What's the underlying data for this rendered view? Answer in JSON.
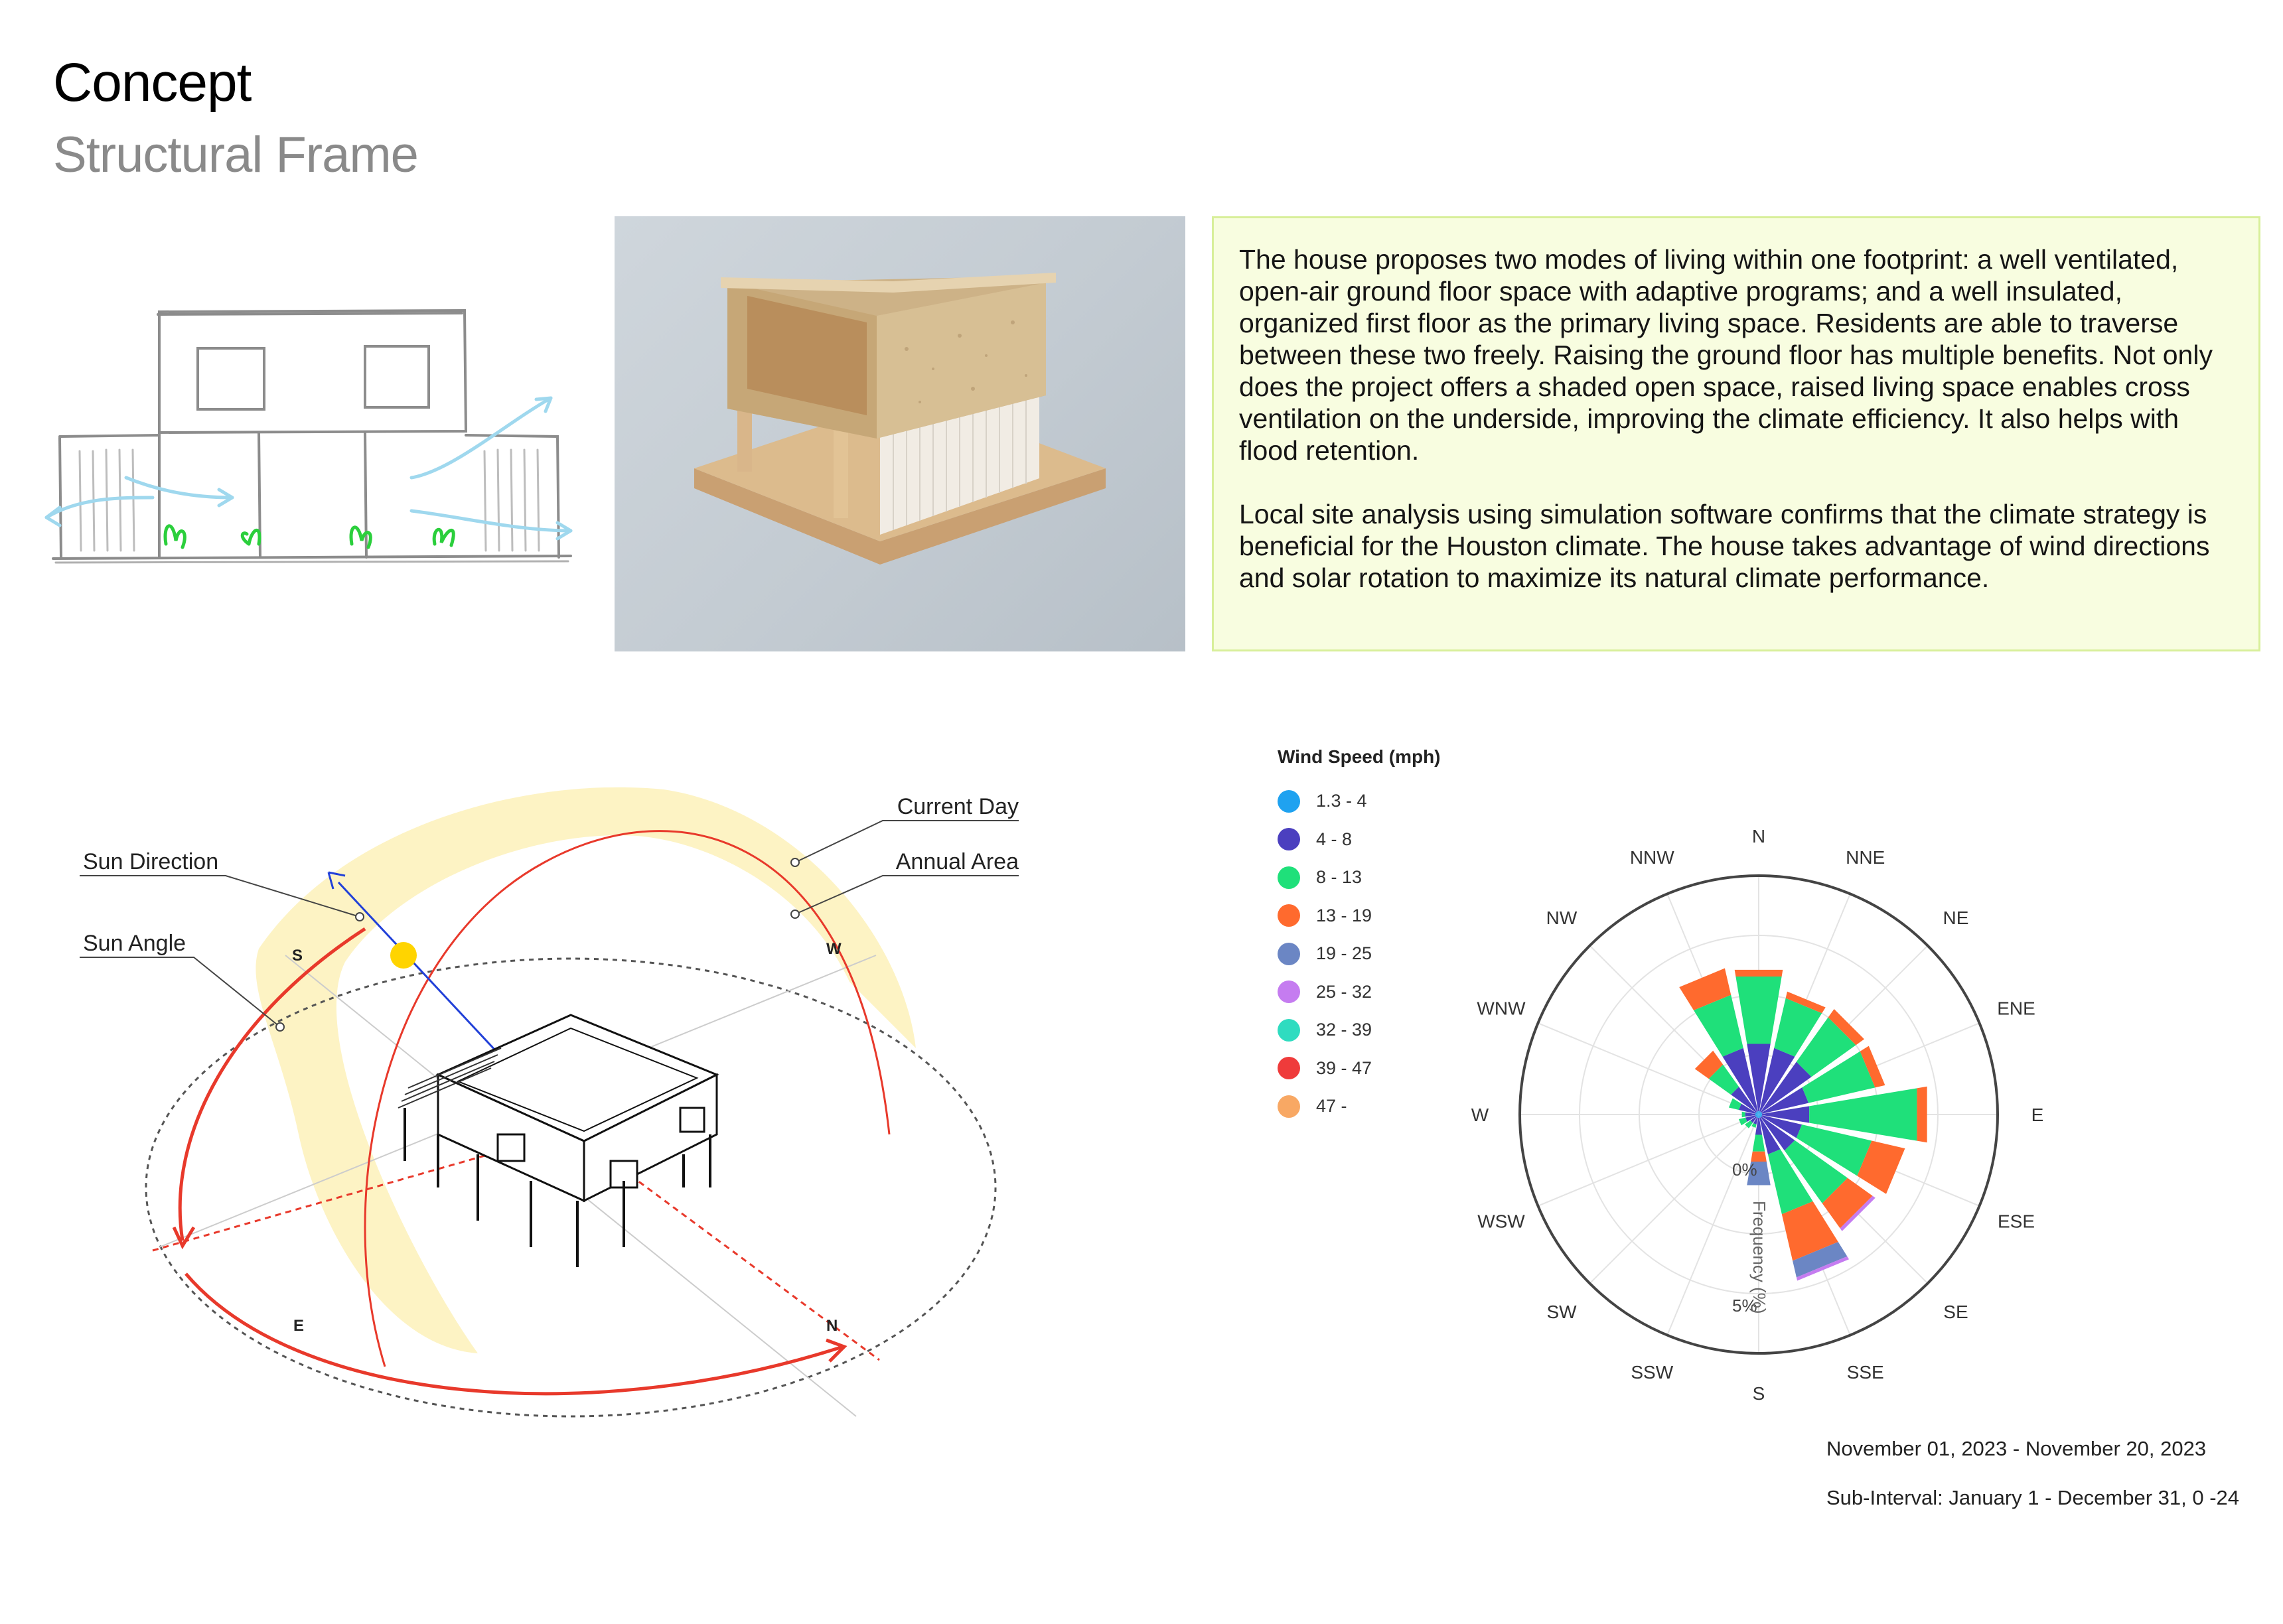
{
  "header": {
    "title": "Concept",
    "subtitle": "Structural Frame"
  },
  "description": {
    "paragraph_1": "The house proposes two modes of living within one footprint: a well ventilated, open-air ground floor space with adaptive programs; and a well insulated, organized first floor as the primary living space. Residents are able to traverse between these two freely. Raising the ground floor has multiple benefits. Not only does the project offers a shaded open space, raised living space enables cross ventilation on the underside, improving the climate efficiency. It also helps with flood retention.",
    "paragraph_2": "Local site analysis using simulation software confirms that the climate strategy is beneficial for the Houston climate. The house takes advantage of wind directions and solar rotation to maximize its natural climate performance."
  },
  "sun_diagram": {
    "labels": {
      "sun_direction": "Sun Direction",
      "sun_angle": "Sun Angle",
      "current_day": "Current Day",
      "annual_area": "Annual Area"
    },
    "compass": {
      "s": "S",
      "w": "W",
      "e": "E",
      "n": "N"
    },
    "colors": {
      "annual_area": "#fdf3c4",
      "current_day": "#e8392b",
      "sun": "#ffd400",
      "sun_ray": "#2140d8"
    }
  },
  "wind_legend": {
    "title": "Wind Speed (mph)",
    "items": [
      {
        "label": "1.3 - 4",
        "color": "#1fa2f0"
      },
      {
        "label": "4 - 8",
        "color": "#4b3fbf"
      },
      {
        "label": "8 - 13",
        "color": "#1fe07a"
      },
      {
        "label": "13 - 19",
        "color": "#ff6a2e"
      },
      {
        "label": "19 - 25",
        "color": "#6b86c4"
      },
      {
        "label": "25 - 32",
        "color": "#c57cf0"
      },
      {
        "label": "32 - 39",
        "color": "#2fdcc0"
      },
      {
        "label": "39 - 47",
        "color": "#ef3b3b"
      },
      {
        "label": "47 -",
        "color": "#f8a864"
      }
    ]
  },
  "chart_data": {
    "type": "windrose",
    "directions": [
      "N",
      "NNE",
      "NE",
      "ENE",
      "E",
      "ESE",
      "SE",
      "SSE",
      "S",
      "SSW",
      "SW",
      "WSW",
      "W",
      "WNW",
      "NW",
      "NNW"
    ],
    "radial_labels": [
      "0%",
      "5%"
    ],
    "radial_axis_label": "Frequency (%)",
    "rmax": 7,
    "series": [
      {
        "name": "1.3 - 4",
        "values": [
          0.1,
          0.1,
          0.1,
          0.1,
          0.1,
          0.1,
          0.1,
          0.1,
          0.1,
          0.1,
          0.1,
          0.1,
          0.1,
          0.1,
          0.1,
          0.1
        ]
      },
      {
        "name": "4 - 8",
        "values": [
          2.0,
          1.9,
          1.8,
          1.4,
          1.4,
          1.2,
          1.2,
          1.1,
          0.5,
          0.2,
          0.2,
          0.3,
          0.3,
          0.5,
          0.9,
          1.9
        ]
      },
      {
        "name": "8 - 13",
        "values": [
          2.0,
          1.5,
          1.6,
          2.0,
          3.2,
          2.1,
          1.9,
          1.8,
          0.5,
          0.1,
          0.2,
          0.2,
          0.1,
          0.3,
          0.8,
          1.6
        ]
      },
      {
        "name": "13 - 19",
        "values": [
          0.2,
          0.2,
          0.3,
          0.3,
          0.3,
          1.0,
          0.9,
          1.4,
          0.3,
          0.0,
          0.0,
          0.0,
          0.0,
          0.0,
          0.5,
          0.8
        ]
      },
      {
        "name": "19 - 25",
        "values": [
          0.0,
          0.0,
          0.0,
          0.0,
          0.0,
          0.0,
          0.0,
          0.5,
          0.7,
          0.0,
          0.0,
          0.0,
          0.0,
          0.0,
          0.0,
          0.0
        ]
      },
      {
        "name": "25 - 32",
        "values": [
          0.0,
          0.0,
          0.0,
          0.0,
          0.0,
          0.0,
          0.1,
          0.1,
          0.0,
          0.0,
          0.0,
          0.0,
          0.0,
          0.0,
          0.0,
          0.0
        ]
      },
      {
        "name": "32 - 39",
        "values": [
          0,
          0,
          0,
          0,
          0,
          0,
          0,
          0,
          0,
          0,
          0,
          0,
          0,
          0,
          0,
          0
        ]
      },
      {
        "name": "39 - 47",
        "values": [
          0,
          0,
          0,
          0,
          0,
          0,
          0,
          0,
          0,
          0,
          0,
          0,
          0,
          0,
          0,
          0
        ]
      },
      {
        "name": "47 -",
        "values": [
          0,
          0,
          0,
          0,
          0,
          0,
          0,
          0,
          0,
          0,
          0,
          0,
          0,
          0,
          0,
          0
        ]
      }
    ],
    "colors": [
      "#1fa2f0",
      "#4b3fbf",
      "#1fe07a",
      "#ff6a2e",
      "#6b86c4",
      "#c57cf0",
      "#2fdcc0",
      "#ef3b3b",
      "#f8a864"
    ]
  },
  "footer": {
    "date_range": "November 01, 2023 - November 20, 2023",
    "sub_interval": "Sub-Interval: January 1 - December 31, 0 -24"
  }
}
